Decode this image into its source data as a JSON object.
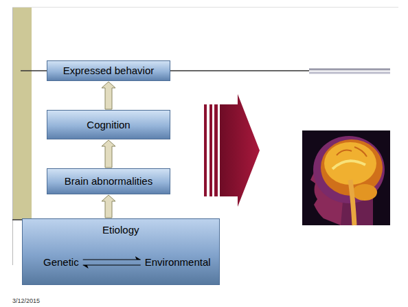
{
  "diagram": {
    "nodes": [
      {
        "text": [
          "Expressed behavior"
        ]
      },
      {
        "text": [
          "Cognition"
        ]
      },
      {
        "text": [
          "Brain abnormalities"
        ]
      },
      {
        "text": [
          "Etiology"
        ]
      },
      {
        "text": [
          "Genetic"
        ],
        "in": 3
      },
      {
        "text": [
          "Environmental"
        ],
        "in": 3
      }
    ],
    "edges": [
      {
        "from": 1,
        "to": 0,
        "arrow": "to"
      },
      {
        "from": 2,
        "to": 1,
        "arrow": "to"
      },
      {
        "from": 3,
        "to": 2,
        "arrow": "to"
      },
      {
        "from": 4,
        "to": 5,
        "arrow": "to"
      },
      {
        "from": 5,
        "to": 4,
        "arrow": "to"
      }
    ],
    "labels": [
      "3/12/2015"
    ]
  }
}
